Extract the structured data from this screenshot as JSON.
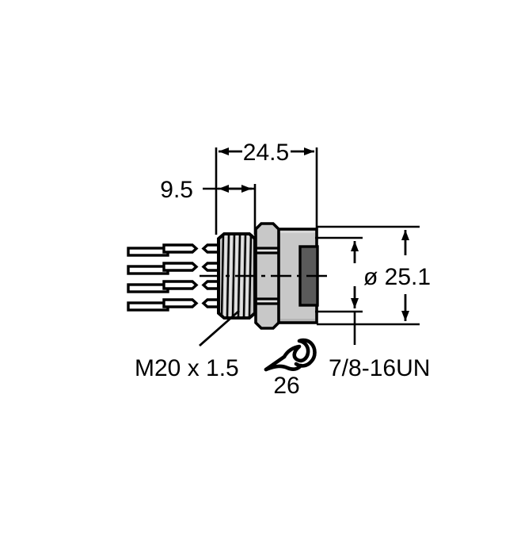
{
  "drawing": {
    "title": "Panel-mount circular connector, sectional side view",
    "background_color": "#ffffff",
    "line_color": "#000000",
    "body_fill": "#c8c8c8",
    "cap_fill": "#5a5a5a",
    "thread_fill": "#c0c0c0",
    "pin_fill": "#ffffff"
  },
  "dimensions": {
    "overall_length": {
      "value": "24.5",
      "name": "overall-length-dimension",
      "orientation": "horizontal"
    },
    "thread_length": {
      "value": "9.5",
      "name": "thread-length-dimension",
      "orientation": "horizontal"
    },
    "outer_diameter": {
      "value": "ø 25.1",
      "name": "outer-diameter-dimension",
      "orientation": "vertical"
    }
  },
  "labels": {
    "rear_thread": {
      "text": "M20 x 1.5",
      "name": "rear-thread-label"
    },
    "front_thread": {
      "text": "7/8-16UN",
      "name": "front-thread-label"
    },
    "wrench_size": {
      "text": "26",
      "name": "wrench-size-label",
      "icon": "wrench-icon"
    }
  },
  "components": {
    "contacts": {
      "name": "loose-contact-pins",
      "count": 4
    },
    "pin_stems": {
      "name": "connector-pin-stems",
      "count": 4
    },
    "threaded_section": {
      "name": "m20-threaded-body"
    },
    "hex_nut": {
      "name": "hex-nut"
    },
    "front_body": {
      "name": "front-cylindrical-body"
    },
    "end_cap": {
      "name": "dark-end-cap"
    },
    "centerline": {
      "name": "axis-centerline"
    }
  }
}
